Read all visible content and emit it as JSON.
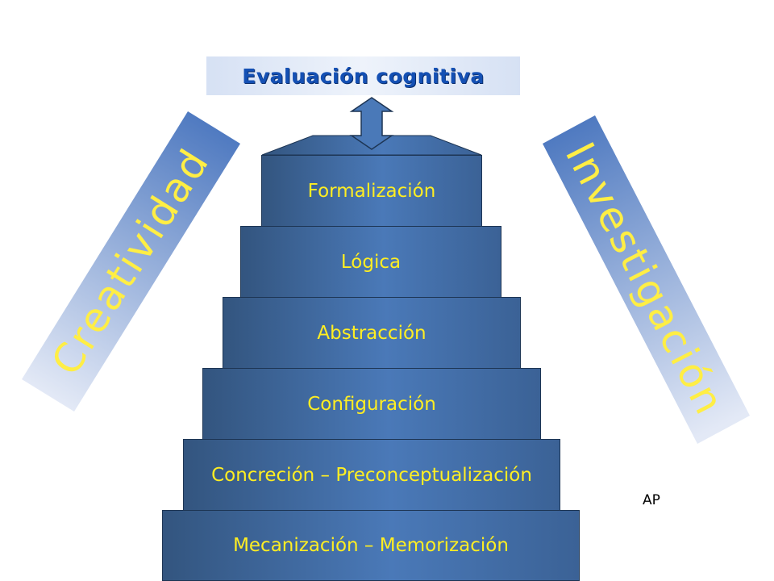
{
  "title": "Evaluación cognitiva",
  "steps": [
    "Formalización",
    "Lógica",
    "Abstracción",
    "Configuración",
    "Concreción – Preconceptualización",
    "Mecanización – Memorización"
  ],
  "left_label": "Creatividad",
  "right_label": "Investigación",
  "corner_note": "AP",
  "colors": {
    "step_text": "#ffee22",
    "step_fill": "#4a79b8",
    "title_text": "#1450b4",
    "band_text": "#ffee44"
  }
}
